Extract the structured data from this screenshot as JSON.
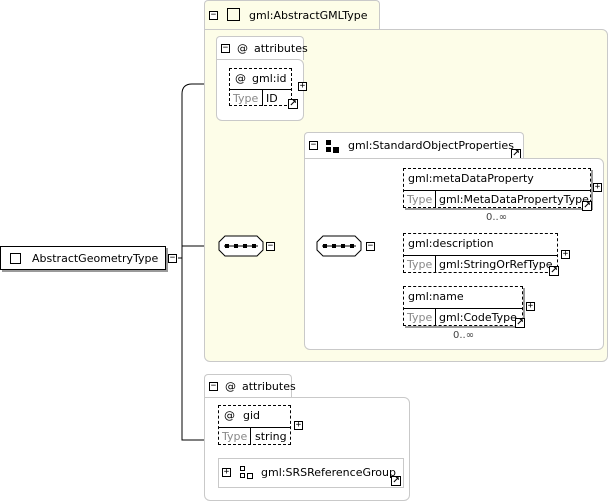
{
  "root": {
    "name": "AbstractGeometryType"
  },
  "base_type": {
    "name": "gml:AbstractGMLType"
  },
  "attributes_group_1": {
    "label": "attributes",
    "items": [
      {
        "name": "gml:id",
        "type_key": "Type",
        "type_value": "ID"
      }
    ]
  },
  "standard_object_properties": {
    "name": "gml:StandardObjectProperties",
    "elements": [
      {
        "name": "gml:metaDataProperty",
        "type_key": "Type",
        "type_value": "gml:MetaDataPropertyType",
        "occurrence": "0..∞"
      },
      {
        "name": "gml:description",
        "type_key": "Type",
        "type_value": "gml:StringOrRefType",
        "occurrence": ""
      },
      {
        "name": "gml:name",
        "type_key": "Type",
        "type_value": "gml:CodeType",
        "occurrence": "0..∞"
      }
    ]
  },
  "attributes_group_2": {
    "label": "attributes",
    "items": [
      {
        "name": "gid",
        "type_key": "Type",
        "type_value": "string"
      }
    ],
    "group_ref": {
      "name": "gml:SRSReferenceGroup"
    }
  },
  "symbols": {
    "expand": "+",
    "collapse": "−",
    "attribute": "@",
    "link": "↗"
  },
  "colors": {
    "complex_bg": "#fdfde8",
    "border": "#c9c9c9",
    "line": "#000000"
  }
}
